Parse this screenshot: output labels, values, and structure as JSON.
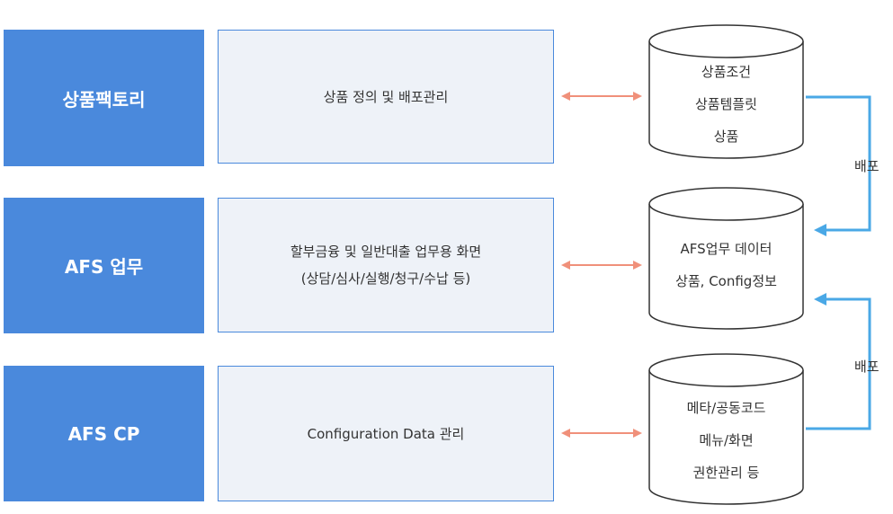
{
  "rows": [
    {
      "label": "상품팩토리",
      "desc_lines": [
        "상품 정의 및 배포관리"
      ],
      "db_lines": [
        "상품조건",
        "상품템플릿",
        "상품"
      ]
    },
    {
      "label": "AFS 업무",
      "desc_lines": [
        "할부금융 및 일반대출 업무용 화면",
        "(상담/심사/실행/청구/수납 등)"
      ],
      "db_lines": [
        "AFS업무 데이터",
        "상품, Config정보"
      ]
    },
    {
      "label": "AFS CP",
      "desc_lines": [
        "Configuration Data 관리"
      ],
      "db_lines": [
        "메타/공동코드",
        "메뉴/화면",
        "권한관리 등"
      ]
    }
  ],
  "deploy": [
    "배포",
    "배포"
  ],
  "colors": {
    "label_bg": "#4a89dc",
    "desc_bg": "#eef2f8",
    "arrow_pink": "#f0907a",
    "arrow_blue": "#4aa8e6"
  }
}
